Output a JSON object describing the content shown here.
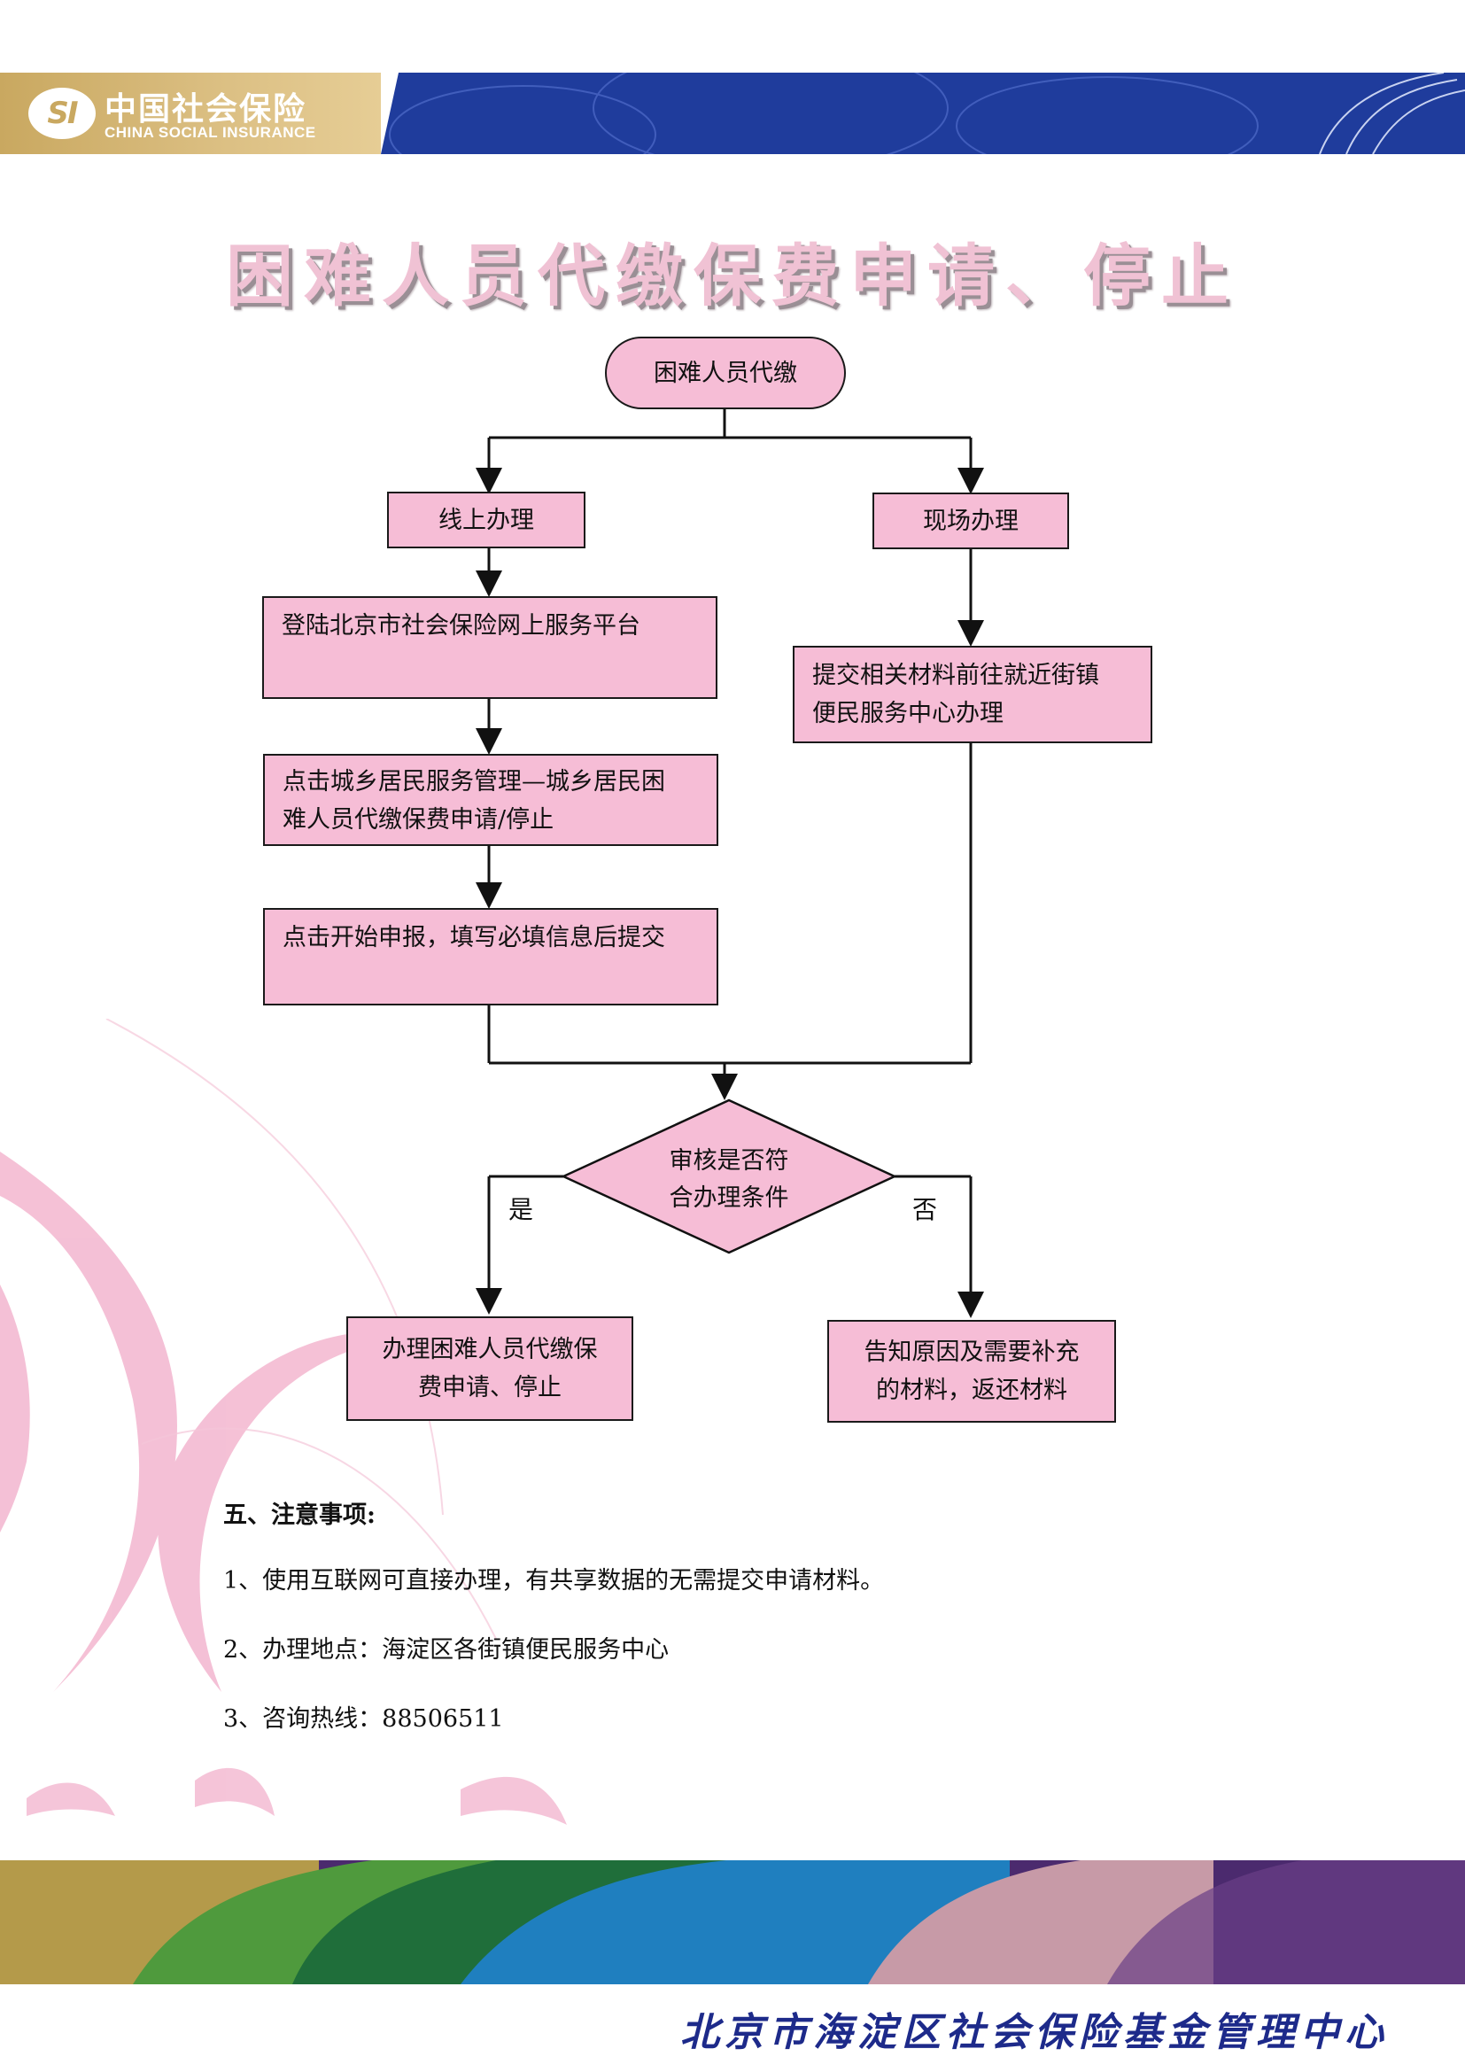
{
  "header": {
    "logo_mark": "SI",
    "logo_cn": "中国社会保险",
    "logo_en": "CHINA SOCIAL INSURANCE"
  },
  "title": "困难人员代缴保费申请、停止",
  "flowchart": {
    "start": "困难人员代缴",
    "online": "线上办理",
    "onsite": "现场办理",
    "step_login": "登陆北京市社会保险网上服务平台",
    "step_click_line1": "点击城乡居民服务管理—城乡居民困",
    "step_click_line2": "难人员代缴保费申请/停止",
    "step_submit": "点击开始申报，填写必填信息后提交",
    "onsite_step_line1": "提交相关材料前往就近街镇",
    "onsite_step_line2": "便民服务中心办理",
    "decision_line1": "审核是否符",
    "decision_line2": "合办理条件",
    "yes": "是",
    "no": "否",
    "result_yes_line1": "办理困难人员代缴保",
    "result_yes_line2": "费申请、停止",
    "result_no_line1": "告知原因及需要补充",
    "result_no_line2": "的材料，返还材料"
  },
  "notes": {
    "title": "五、注意事项:",
    "items": [
      "1、使用互联网可直接办理，有共享数据的无需提交申请材料。",
      "2、办理地点：海淀区各街镇便民服务中心",
      "3、咨询热线：88506511"
    ]
  },
  "footer": "北京市海淀区社会保险基金管理中心",
  "colors": {
    "node_fill": "#f6bdd6",
    "header_gold": "#c9a860",
    "header_blue": "#1f3c9c",
    "footer_text": "#1d2a8a"
  }
}
